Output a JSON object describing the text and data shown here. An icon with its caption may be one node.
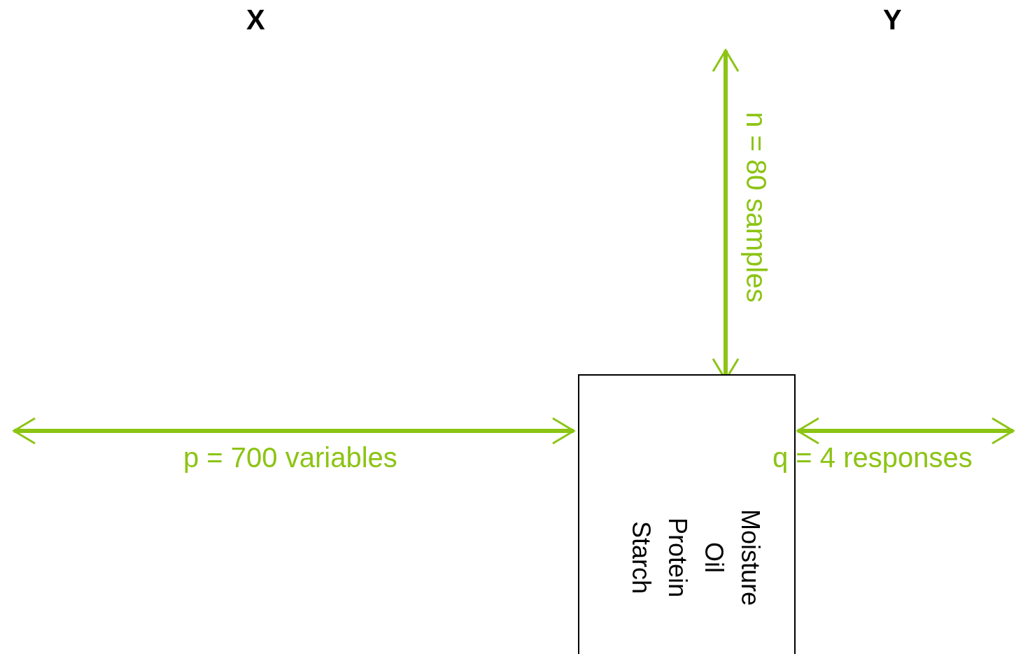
{
  "diagram": {
    "nodes": [
      {
        "text": [
          "Moisture",
          "Oil",
          "Protein",
          "Starch"
        ]
      }
    ],
    "labels": [
      "X",
      "Y",
      "n = 80 samples",
      "p = 700 variables",
      "q = 4 responses"
    ]
  }
}
